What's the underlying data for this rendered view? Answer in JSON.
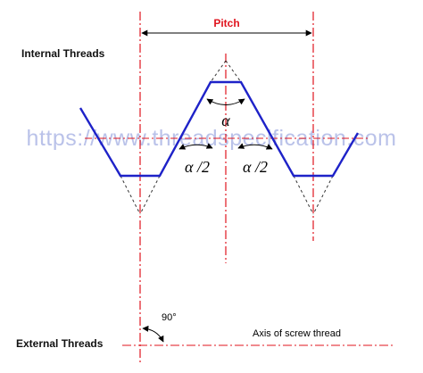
{
  "labels": {
    "pitch": "Pitch",
    "internal_threads": "Internal Threads",
    "external_threads": "External Threads",
    "alpha": "α",
    "half_alpha_left": "α /2",
    "half_alpha_right": "α /2",
    "right_angle": "90°",
    "axis": "Axis of screw thread"
  },
  "watermark": "https://www.threadspecification.com",
  "colors": {
    "thread_profile": "#1e22c8",
    "center_lines": "#e0141e",
    "construction_lines": "#333333",
    "watermark": "#aeb8e6"
  }
}
